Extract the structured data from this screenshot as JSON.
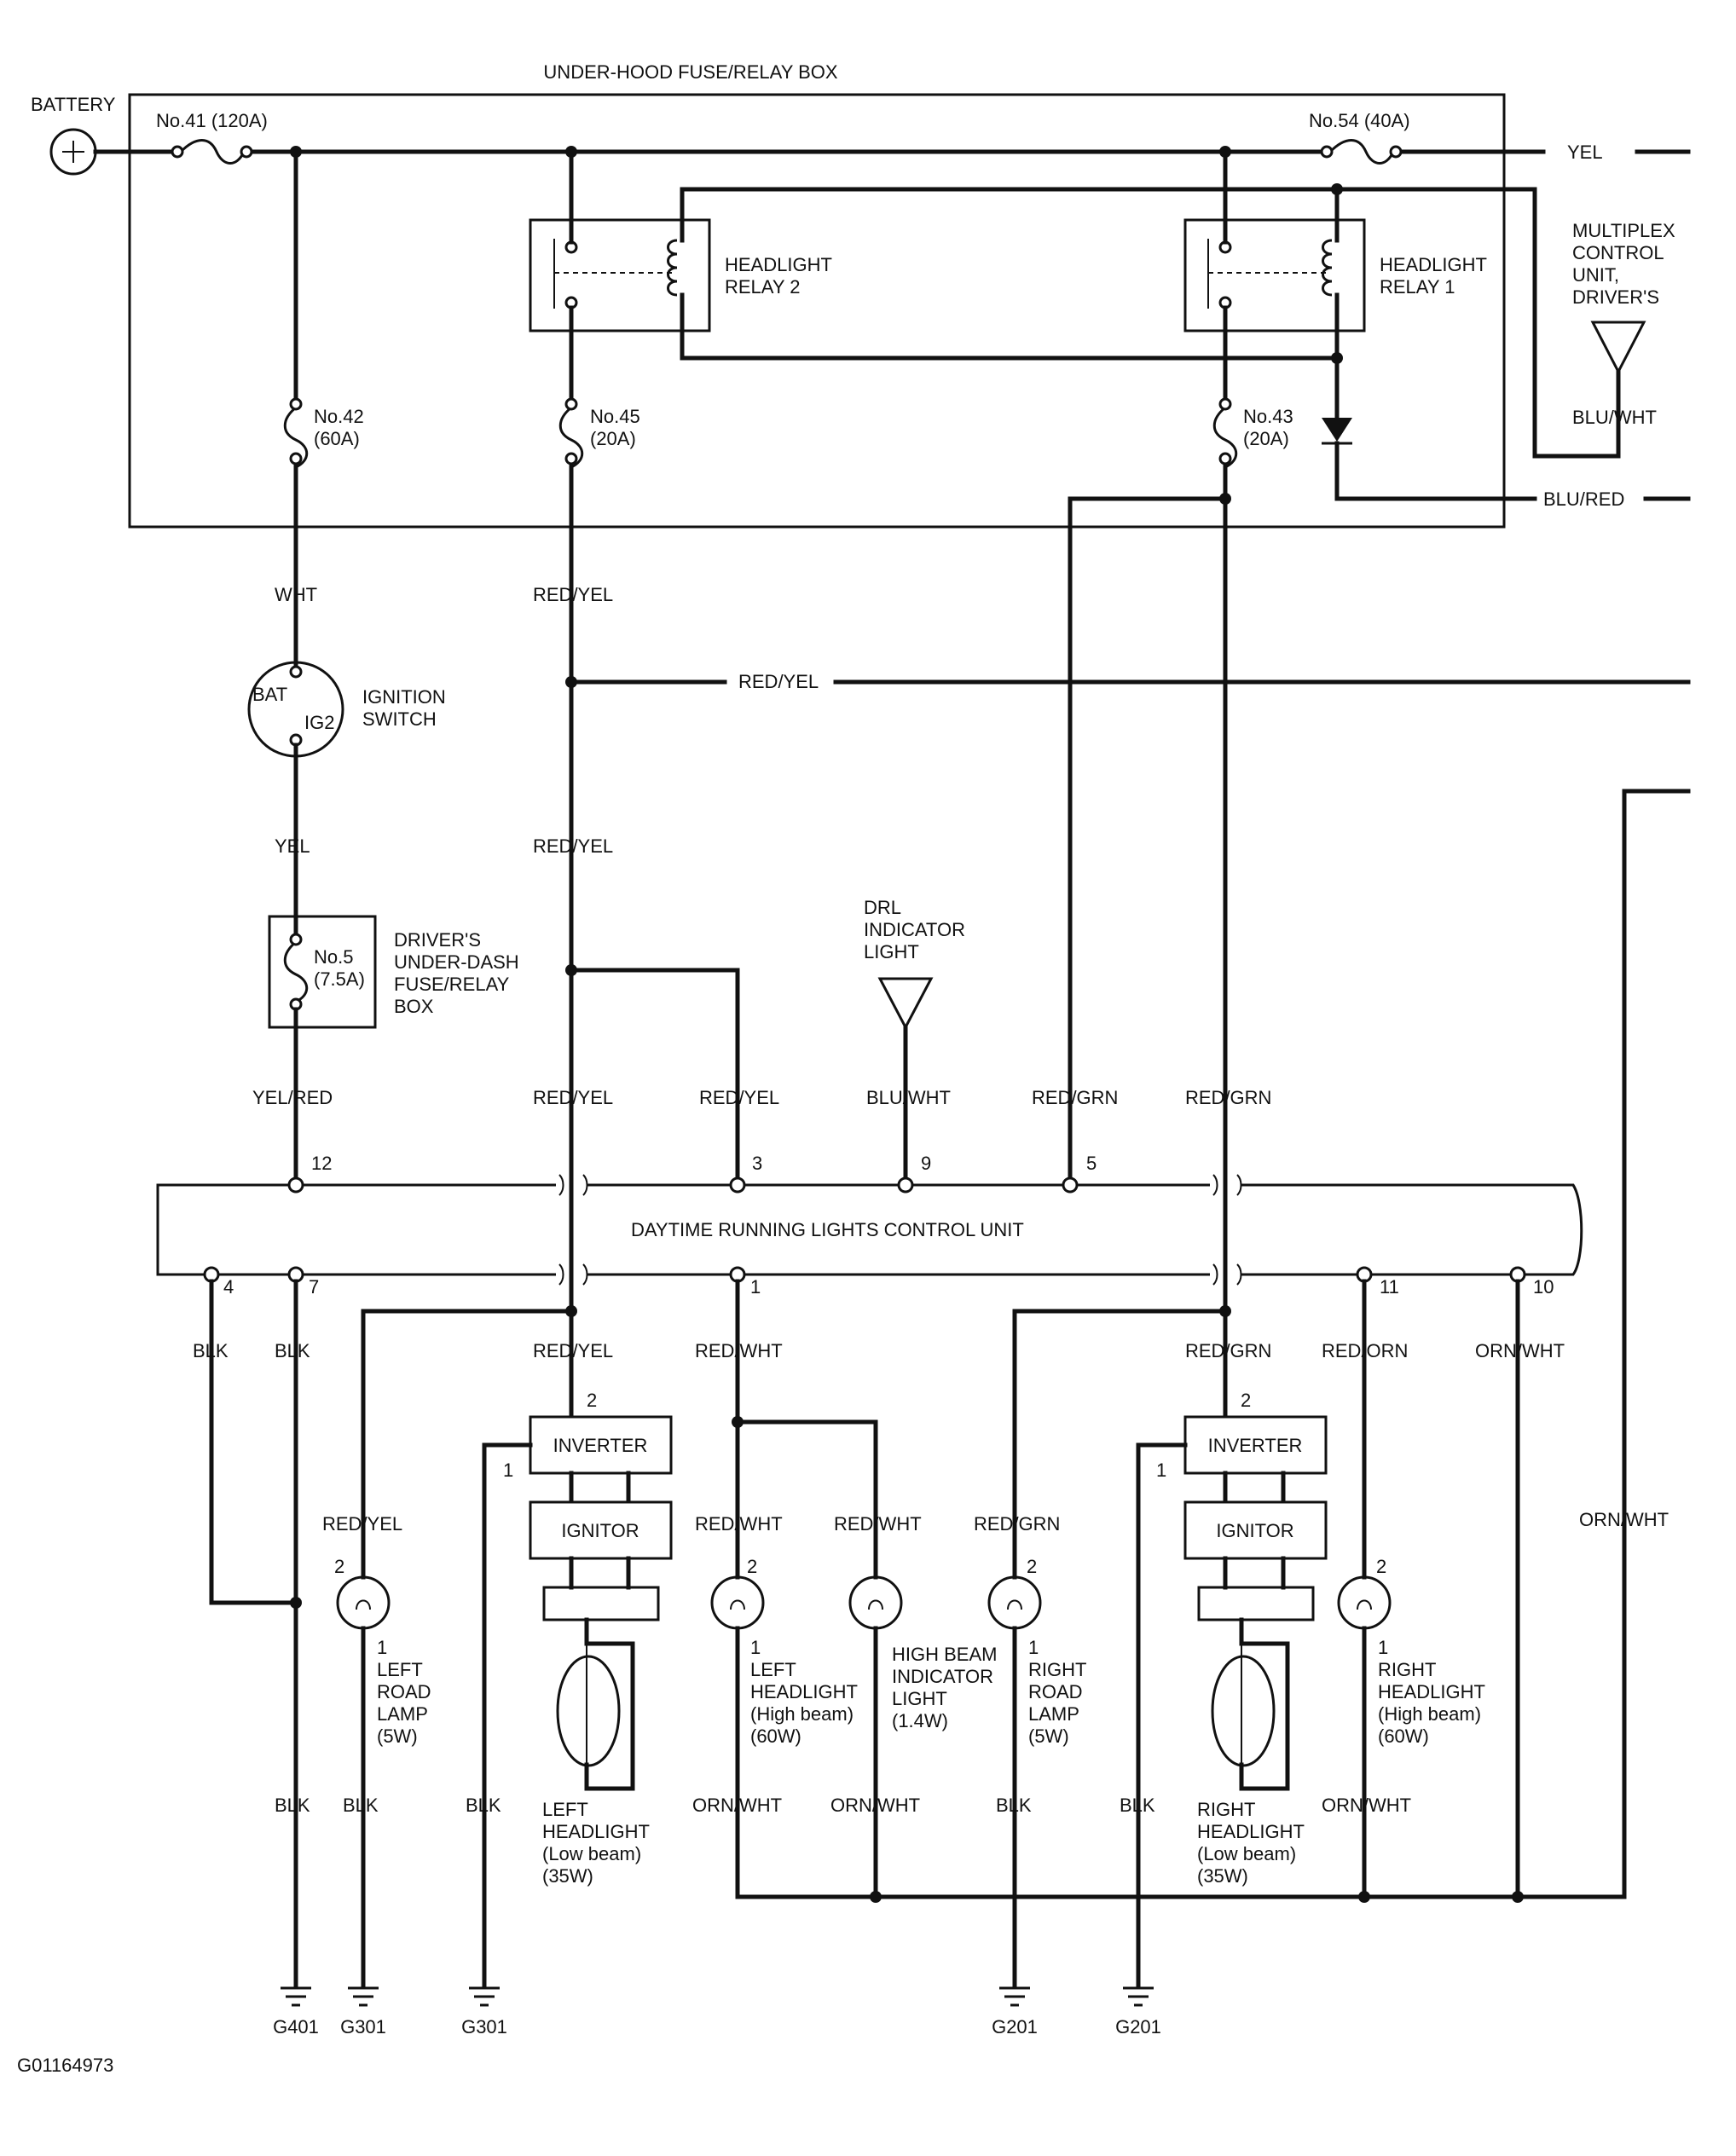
{
  "source": {
    "battery": "BATTERY",
    "fuse_box_title": "UNDER-HOOD FUSE/RELAY BOX",
    "fuse41": "No.41 (120A)",
    "fuse54": "No.54 (40A)",
    "fuse42": [
      "No.42",
      "(60A)"
    ],
    "fuse45": [
      "No.45",
      "(20A)"
    ],
    "fuse43": [
      "No.43",
      "(20A)"
    ],
    "relay2": [
      "HEADLIGHT",
      "RELAY 2"
    ],
    "relay1": [
      "HEADLIGHT",
      "RELAY 1"
    ],
    "multiplex": [
      "MULTIPLEX",
      "CONTROL",
      "UNIT,",
      "DRIVER'S"
    ],
    "ign_switch": [
      "IGNITION",
      "SWITCH"
    ],
    "ign_bat": "BAT",
    "ign_ig2": "IG2",
    "dash_fuse_no": [
      "No.5",
      "(7.5A)"
    ],
    "dash_fuse_box": [
      "DRIVER'S",
      "UNDER-DASH",
      "FUSE/RELAY",
      "BOX"
    ],
    "drl_indicator": [
      "DRL",
      "INDICATOR",
      "LIGHT"
    ]
  },
  "control_unit": {
    "name": "DAYTIME RUNNING LIGHTS CONTROL UNIT",
    "pins_top": [
      "12",
      "3",
      "9",
      "5"
    ],
    "pins_bottom": [
      "4",
      "7",
      "1",
      "11",
      "10"
    ]
  },
  "wire_colors": {
    "yel": "YEL",
    "blu_wht": "BLU/WHT",
    "blu_red": "BLU/RED",
    "wht": "WHT",
    "red_yel": "RED/YEL",
    "yel_red": "YEL/RED",
    "red_grn": "RED/GRN",
    "blk": "BLK",
    "red_wht": "RED/WHT",
    "red_orn": "RED/ORN",
    "orn_wht": "ORN/WHT"
  },
  "components": {
    "inverter": "INVERTER",
    "ignitor": "IGNITOR",
    "pin1": "1",
    "pin2": "2",
    "left_road_lamp": [
      "LEFT",
      "ROAD",
      "LAMP",
      "(5W)"
    ],
    "left_low": [
      "LEFT",
      "HEADLIGHT",
      "(Low beam)",
      "(35W)"
    ],
    "left_high": [
      "LEFT",
      "HEADLIGHT",
      "(High beam)",
      "(60W)"
    ],
    "high_beam_ind": [
      "HIGH BEAM",
      "INDICATOR",
      "LIGHT",
      "(1.4W)"
    ],
    "right_road_lamp": [
      "RIGHT",
      "ROAD",
      "LAMP",
      "(5W)"
    ],
    "right_low": [
      "RIGHT",
      "HEADLIGHT",
      "(Low beam)",
      "(35W)"
    ],
    "right_high": [
      "RIGHT",
      "HEADLIGHT",
      "(High beam)",
      "(60W)"
    ]
  },
  "grounds": [
    "G401",
    "G301",
    "G301",
    "G201",
    "G201"
  ],
  "figure_id": "G01164973"
}
